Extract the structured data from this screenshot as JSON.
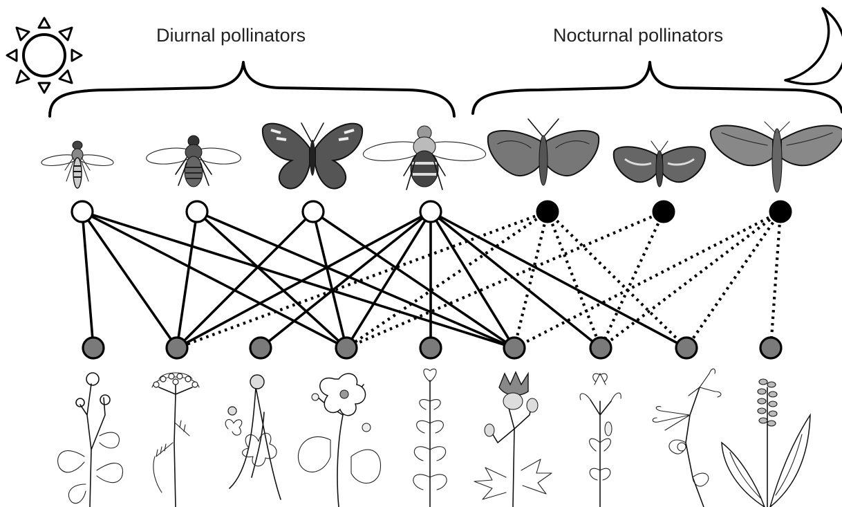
{
  "header": {
    "diurnal_label": "Diurnal pollinators",
    "nocturnal_label": "Nocturnal pollinators"
  },
  "pollinators": [
    {
      "id": "p1",
      "type": "diurnal",
      "icon": "hoverfly-icon"
    },
    {
      "id": "p2",
      "type": "diurnal",
      "icon": "bee-icon"
    },
    {
      "id": "p3",
      "type": "diurnal",
      "icon": "butterfly-icon"
    },
    {
      "id": "p4",
      "type": "diurnal",
      "icon": "bumblebee-icon"
    },
    {
      "id": "p5",
      "type": "nocturnal",
      "icon": "moth-icon"
    },
    {
      "id": "p6",
      "type": "nocturnal",
      "icon": "moth-icon"
    },
    {
      "id": "p7",
      "type": "nocturnal",
      "icon": "hawkmoth-icon"
    }
  ],
  "plants": [
    {
      "id": "f1",
      "icon": "buttercup-plant-icon"
    },
    {
      "id": "f2",
      "icon": "yarrow-plant-icon"
    },
    {
      "id": "f3",
      "icon": "clover-plant-icon"
    },
    {
      "id": "f4",
      "icon": "bramble-plant-icon"
    },
    {
      "id": "f5",
      "icon": "mint-plant-icon"
    },
    {
      "id": "f6",
      "icon": "thistle-plant-icon"
    },
    {
      "id": "f7",
      "icon": "campion-plant-icon"
    },
    {
      "id": "f8",
      "icon": "honeysuckle-plant-icon"
    },
    {
      "id": "f9",
      "icon": "orchid-plant-icon"
    }
  ],
  "links": [
    {
      "from": 0,
      "to": 0,
      "style": "solid"
    },
    {
      "from": 0,
      "to": 1,
      "style": "solid"
    },
    {
      "from": 0,
      "to": 3,
      "style": "solid"
    },
    {
      "from": 0,
      "to": 5,
      "style": "solid"
    },
    {
      "from": 1,
      "to": 1,
      "style": "solid"
    },
    {
      "from": 1,
      "to": 3,
      "style": "solid"
    },
    {
      "from": 1,
      "to": 5,
      "style": "solid"
    },
    {
      "from": 2,
      "to": 1,
      "style": "solid"
    },
    {
      "from": 2,
      "to": 3,
      "style": "solid"
    },
    {
      "from": 2,
      "to": 5,
      "style": "solid"
    },
    {
      "from": 3,
      "to": 1,
      "style": "solid"
    },
    {
      "from": 3,
      "to": 2,
      "style": "solid"
    },
    {
      "from": 3,
      "to": 3,
      "style": "solid"
    },
    {
      "from": 3,
      "to": 4,
      "style": "solid"
    },
    {
      "from": 3,
      "to": 5,
      "style": "solid"
    },
    {
      "from": 3,
      "to": 6,
      "style": "solid"
    },
    {
      "from": 3,
      "to": 7,
      "style": "solid"
    },
    {
      "from": 4,
      "to": 1,
      "style": "dotted"
    },
    {
      "from": 4,
      "to": 3,
      "style": "dotted"
    },
    {
      "from": 4,
      "to": 5,
      "style": "dotted"
    },
    {
      "from": 4,
      "to": 6,
      "style": "dotted"
    },
    {
      "from": 4,
      "to": 7,
      "style": "dotted"
    },
    {
      "from": 5,
      "to": 3,
      "style": "dotted"
    },
    {
      "from": 5,
      "to": 6,
      "style": "dotted"
    },
    {
      "from": 6,
      "to": 5,
      "style": "dotted"
    },
    {
      "from": 6,
      "to": 6,
      "style": "dotted"
    },
    {
      "from": 6,
      "to": 7,
      "style": "dotted"
    },
    {
      "from": 6,
      "to": 8,
      "style": "dotted"
    }
  ],
  "colors": {
    "diurnal_node": "#ffffff",
    "nocturnal_node": "#000000",
    "plant_node": "#7a7a7a",
    "line": "#000000"
  },
  "icons": {
    "day": "sun-icon",
    "night": "crescent-moon-icon"
  }
}
